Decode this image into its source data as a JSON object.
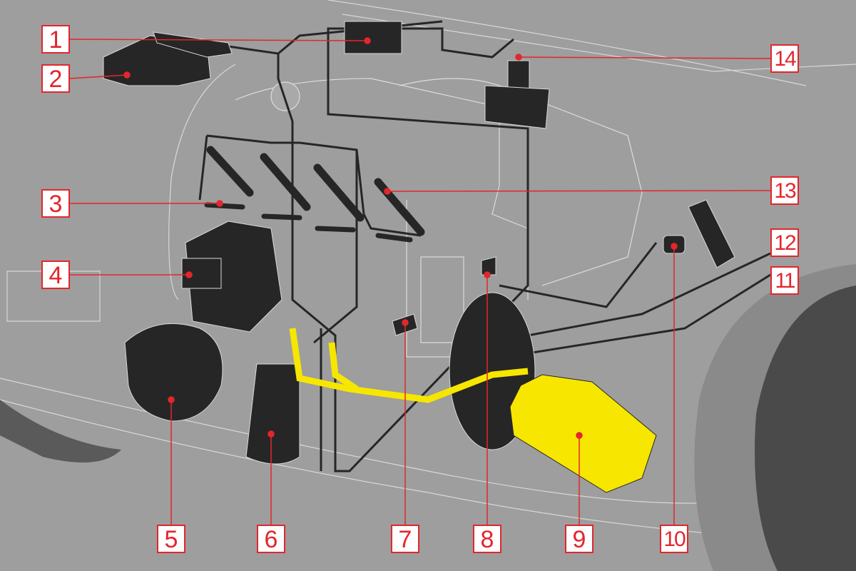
{
  "labels": [
    "1",
    "2",
    "3",
    "4",
    "5",
    "6",
    "7",
    "8",
    "9",
    "10",
    "11",
    "12",
    "13",
    "14"
  ],
  "colors": {
    "background": "#9d9e9d",
    "component": "#262626",
    "highlight": "#f7e600",
    "callout": "#e3262d"
  }
}
